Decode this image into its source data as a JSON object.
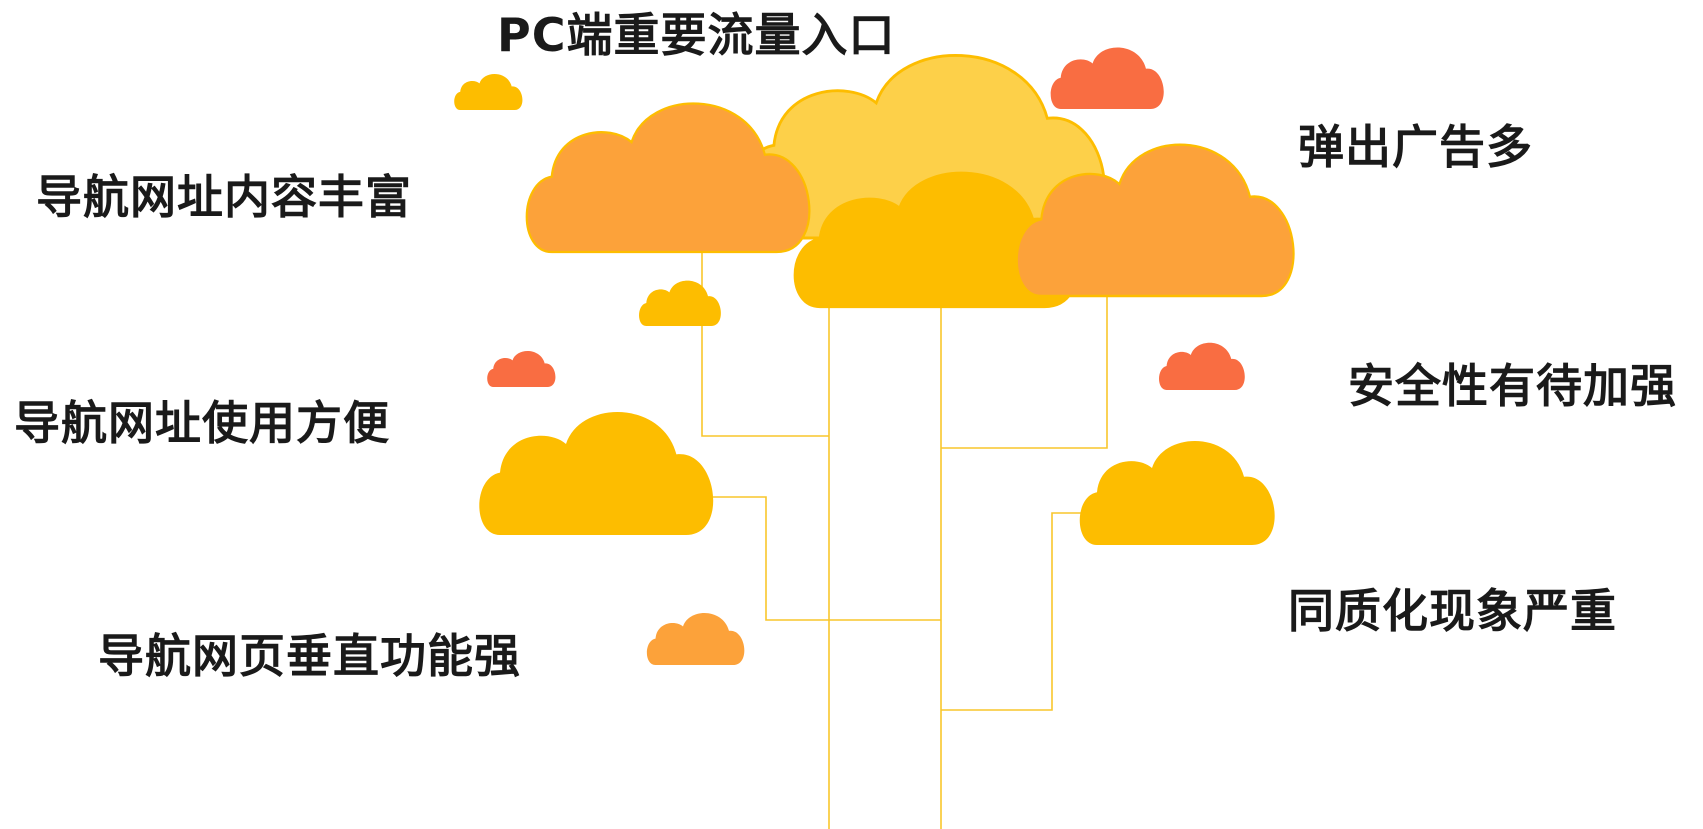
{
  "title": "PC端重要流量入口",
  "left_items": [
    "导航网址内容丰富",
    "导航网址使用方便",
    "导航网页垂直功能强"
  ],
  "right_items": [
    "弹出广告多",
    "安全性有待加强",
    "同质化现象严重"
  ],
  "colors": {
    "amber": "#FDBD00",
    "orange": "#FCA23A",
    "light_yellow": "#FDD049",
    "coral": "#F96D42",
    "line": "#F8C62C",
    "text": "#1a1a1a"
  }
}
